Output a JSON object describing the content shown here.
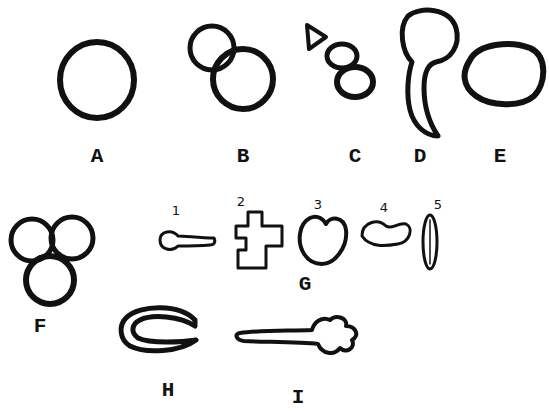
{
  "diagram": {
    "labels": [
      "A",
      "B",
      "C",
      "D",
      "E",
      "1",
      "2",
      "3",
      "4",
      "5",
      "F",
      "G",
      "H",
      "I"
    ]
  }
}
